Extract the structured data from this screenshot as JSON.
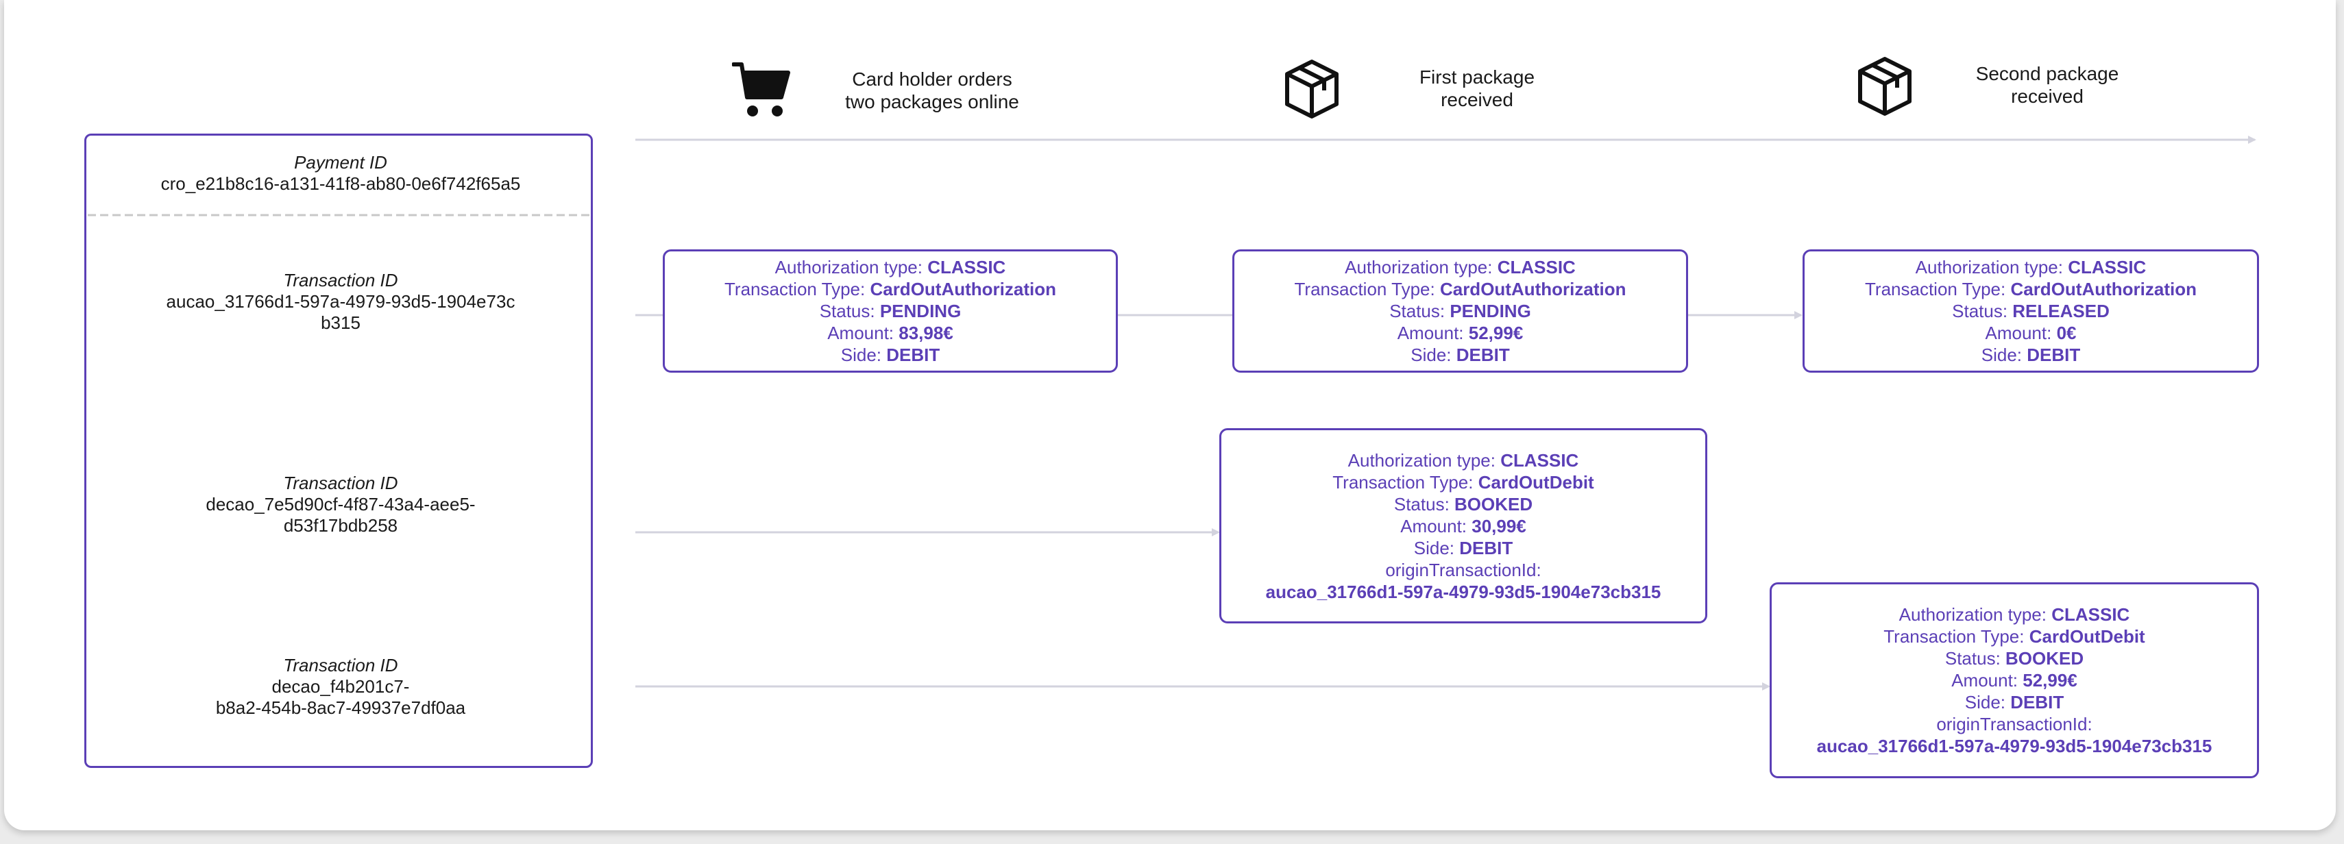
{
  "payment": {
    "label": "Payment ID",
    "id": "cro_e21b8c16-a131-41f8-ab80-0e6f742f65a5"
  },
  "transactions": [
    {
      "label": "Transaction ID",
      "id_line1": "aucao_31766d1-597a-4979-93d5-1904e73c",
      "id_line2": "b315"
    },
    {
      "label": "Transaction ID",
      "id_line1": "decao_7e5d90cf-4f87-43a4-aee5-",
      "id_line2": "d53f17bdb258"
    },
    {
      "label": "Transaction ID",
      "id_line1": "decao_f4b201c7-",
      "id_line2": "b8a2-454b-8ac7-49937e7df0aa"
    }
  ],
  "events": [
    {
      "icon": "shopping-cart-icon",
      "line1": "Card holder orders",
      "line2": "two packages online"
    },
    {
      "icon": "package-icon",
      "line1": "First package",
      "line2": "received"
    },
    {
      "icon": "package-icon",
      "line1": "Second package",
      "line2": "received"
    }
  ],
  "labels": {
    "auth_type": "Authorization type: ",
    "txn_type": "Transaction Type: ",
    "status": "Status: ",
    "amount": "Amount: ",
    "side": "Side: ",
    "origin": "originTransactionId:"
  },
  "boxes": {
    "auth1": {
      "auth_type": "CLASSIC",
      "txn_type": "CardOutAuthorization",
      "status": "PENDING",
      "amount": "83,98€",
      "side": "DEBIT"
    },
    "auth2": {
      "auth_type": "CLASSIC",
      "txn_type": "CardOutAuthorization",
      "status": "PENDING",
      "amount": "52,99€",
      "side": "DEBIT"
    },
    "auth3": {
      "auth_type": "CLASSIC",
      "txn_type": "CardOutAuthorization",
      "status": "RELEASED",
      "amount": "0€",
      "side": "DEBIT"
    },
    "debit1": {
      "auth_type": "CLASSIC",
      "txn_type": "CardOutDebit",
      "status": "BOOKED",
      "amount": "30,99€",
      "side": "DEBIT",
      "origin": "aucao_31766d1-597a-4979-93d5-1904e73cb315"
    },
    "debit2": {
      "auth_type": "CLASSIC",
      "txn_type": "CardOutDebit",
      "status": "BOOKED",
      "amount": "52,99€",
      "side": "DEBIT",
      "origin": "aucao_31766d1-597a-4979-93d5-1904e73cb315"
    }
  },
  "colors": {
    "accent": "#5b3fb6",
    "line": "#d3d3de",
    "divider": "#c8c8c8",
    "text": "#1a1a1a"
  }
}
